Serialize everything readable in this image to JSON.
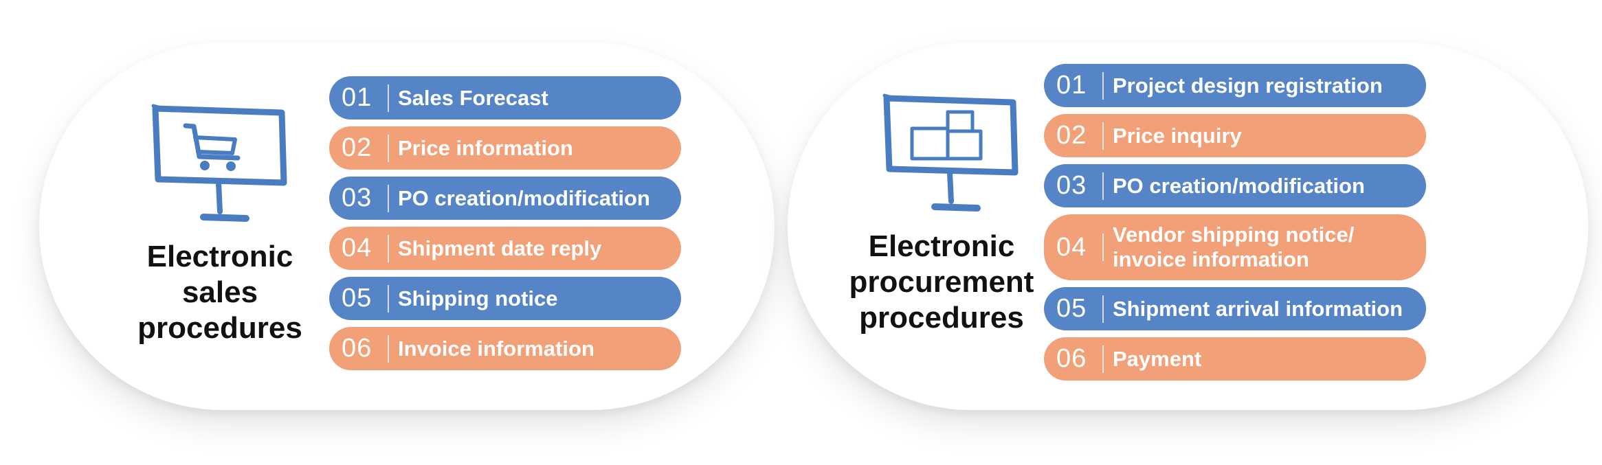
{
  "sales": {
    "title_lines": [
      "Electronic",
      "sales",
      "procedures"
    ],
    "icon": "monitor-cart-icon",
    "steps": [
      {
        "num": "01",
        "label": "Sales Forecast",
        "color": "#5585c7"
      },
      {
        "num": "02",
        "label": "Price information",
        "color": "#f1a077"
      },
      {
        "num": "03",
        "label": "PO creation/modification",
        "color": "#5585c7"
      },
      {
        "num": "04",
        "label": "Shipment date reply",
        "color": "#f1a077"
      },
      {
        "num": "05",
        "label": "Shipping notice",
        "color": "#5585c7"
      },
      {
        "num": "06",
        "label": "Invoice information",
        "color": "#f1a077"
      }
    ]
  },
  "procurement": {
    "title_lines": [
      "Electronic",
      "procurement",
      "procedures"
    ],
    "icon": "monitor-boxes-icon",
    "steps": [
      {
        "num": "01",
        "label": "Project design registration",
        "color": "#5585c7"
      },
      {
        "num": "02",
        "label": "Price inquiry",
        "color": "#f1a077"
      },
      {
        "num": "03",
        "label": "PO creation/modification",
        "color": "#5585c7"
      },
      {
        "num": "04",
        "label_lines": [
          "Vendor shipping notice/",
          "invoice information"
        ],
        "color": "#f1a077"
      },
      {
        "num": "05",
        "label": "Shipment arrival information",
        "color": "#5585c7"
      },
      {
        "num": "06",
        "label": "Payment",
        "color": "#f1a077"
      }
    ]
  },
  "colors": {
    "blue": "#5585c7",
    "orange": "#f1a077",
    "icon_stroke": "#4a7cc2"
  }
}
